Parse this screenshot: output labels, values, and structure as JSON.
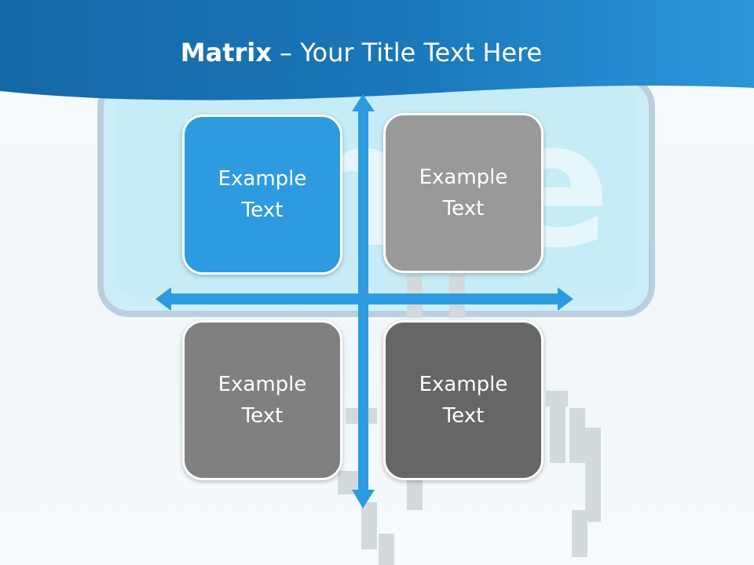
{
  "title": {
    "bold": "Matrix",
    "rest": " – Your Title Text Here"
  },
  "quadrants": [
    {
      "text": "Example Text",
      "color": "#2e9be0"
    },
    {
      "text": "Example Text",
      "color": "#999999"
    },
    {
      "text": "Example Text",
      "color": "#808080"
    },
    {
      "text": "Example Text",
      "color": "#666666"
    }
  ],
  "colors": {
    "header_dark": "#1669a8",
    "header_light": "#2a93d8",
    "arrow": "#2e9be0"
  },
  "icons": [
    "background-computer-key-art",
    "pointer-hand-icon",
    "vertical-double-arrow",
    "horizontal-double-arrow"
  ]
}
